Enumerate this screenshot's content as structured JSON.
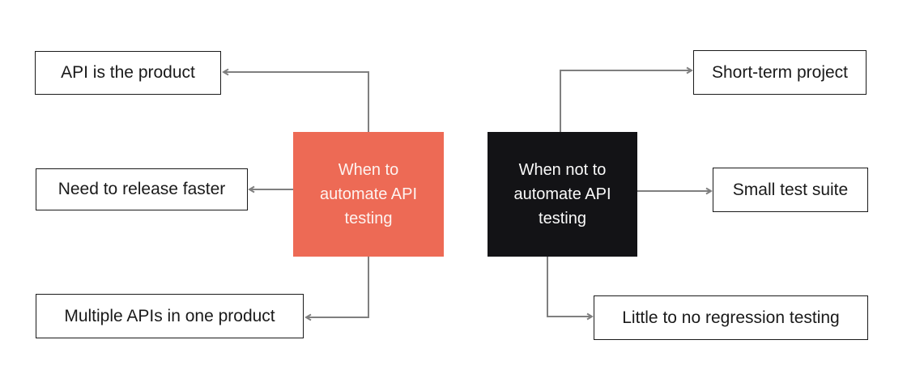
{
  "diagram": {
    "background_color": "#ffffff",
    "connector_color": "#7f7f7f",
    "leaf_border_color": "#1a1a1a",
    "nodes": {
      "when_to": {
        "lines": [
          "When to",
          "automate API",
          "testing"
        ],
        "full_text": "When to automate API testing",
        "bg_color": "#ED6A55",
        "text_color": "#fdf3f0"
      },
      "when_not_to": {
        "lines": [
          "When not to",
          "automate API",
          "testing"
        ],
        "full_text": "When not to automate API testing",
        "bg_color": "#131316",
        "text_color": "#fafafa"
      }
    },
    "reasons_to_automate": [
      {
        "label": "API is the product"
      },
      {
        "label": "Need to release faster"
      },
      {
        "label": "Multiple APIs in one product"
      }
    ],
    "reasons_not_to_automate": [
      {
        "label": "Short-term project"
      },
      {
        "label": "Small test suite"
      },
      {
        "label": "Little to no regression testing"
      }
    ]
  }
}
